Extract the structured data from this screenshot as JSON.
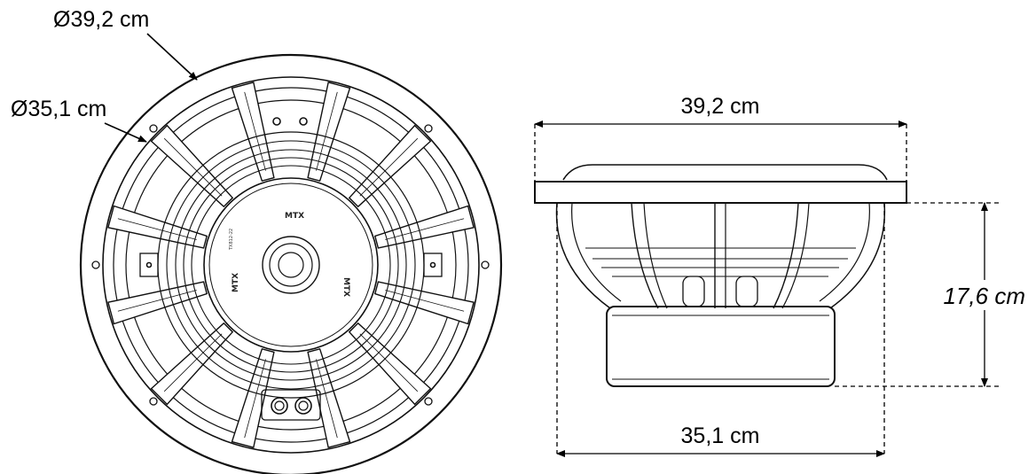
{
  "front_view": {
    "outer_diameter_label": "Ø39,2 cm",
    "cone_diameter_label": "Ø35,1 cm",
    "logo_text": "MTX",
    "model_text": "TX812-22"
  },
  "side_view": {
    "top_width_label": "39,2 cm",
    "bottom_width_label": "35,1 cm",
    "height_label": "17,6 cm"
  }
}
